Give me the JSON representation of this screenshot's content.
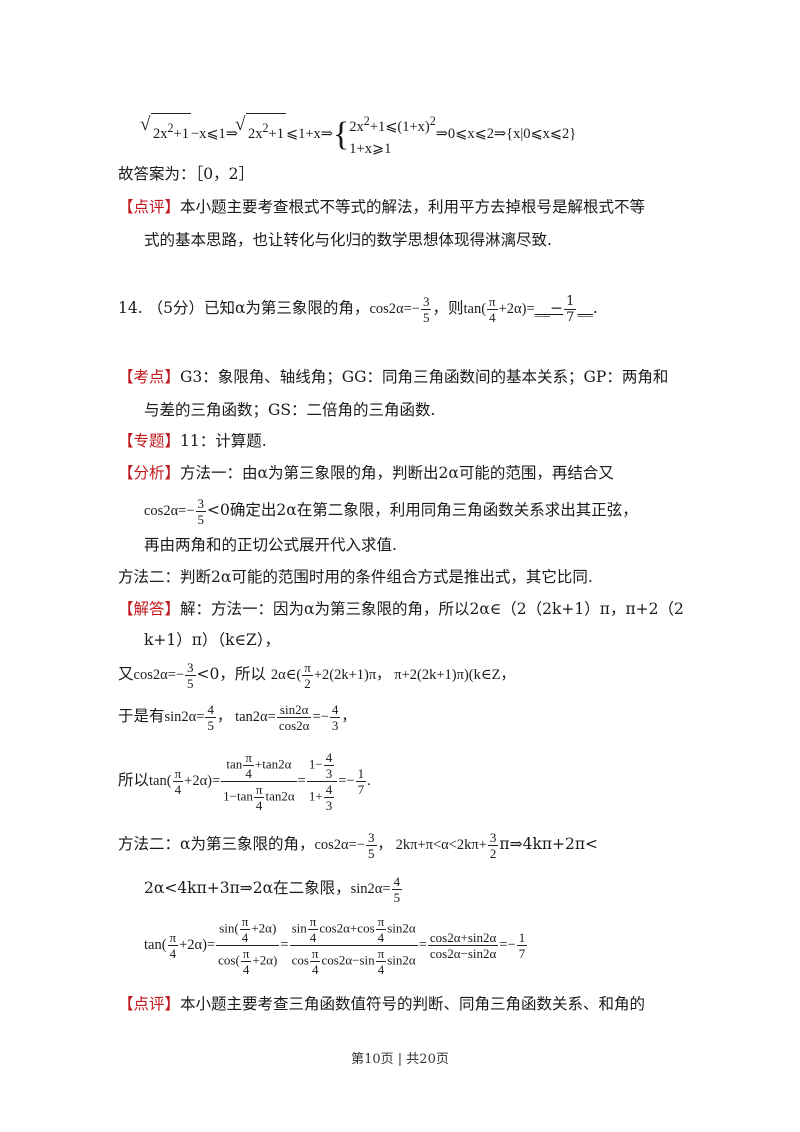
{
  "solution_top": {
    "math_line": "√(2x²+1) − x ⩽ 1 ⇒ √(2x²+1) ⩽ 1+x ⇒ { 2x²+1 ⩽ (1+x)², 1+x ⩾ 1 } ⇒ 0⩽x⩽2 ⇒ {x|0⩽x⩽2}",
    "answer": "故答案为：［0，2］",
    "comment_tag": "【点评】",
    "comment_text_1": "本小题主要考查根式不等式的解法，利用平方去掉根号是解根式不等",
    "comment_text_2": "式的基本思路，也让转化与化归的数学思想体现得淋漓尽致."
  },
  "problem14": {
    "number": "14.",
    "score": "（5分）",
    "stem_a": "已知α为第三象限的角，",
    "stem_b": "，则",
    "answer_num": "1",
    "answer_den": "7"
  },
  "kaodian": {
    "tag": "【考点】",
    "text_1": "G3：象限角、轴线角；GG：同角三角函数间的基本关系；GP：两角和",
    "text_2": "与差的三角函数；GS：二倍角的三角函数."
  },
  "zhuanti": {
    "tag": "【专题】",
    "text": "11：计算题."
  },
  "fenxi": {
    "tag": "【分析】",
    "text_1": "方法一：由α为第三象限的角，判断出2α可能的范围，再结合又",
    "text_2": "<0确定出2α在第二象限，利用同角三角函数关系求出其正弦，",
    "text_3": "再由两角和的正切公式展开代入求值.",
    "text_4": "方法二：判断2α可能的范围时用的条件组合方式是推出式，其它比同."
  },
  "jieda": {
    "tag": "【解答】",
    "text_1": "解：方法一：因为α为第三象限的角，所以2α∈（2（2k+1）π，π+2（2",
    "text_2": "k+1）π）（k∈Z），",
    "you": "又",
    "lt0_suoyi": "<0，所以",
    "yushi": "于是有",
    "suoyi": "所以",
    "method2": "方法二：α为第三象限的角，",
    "method2_tail": "π⇒4kπ+2π<",
    "method2_line2": "2α<4kπ+3π⇒2α在二象限，"
  },
  "dianping2": {
    "tag": "【点评】",
    "text": "本小题主要考查三角函数值符号的判断、同角三角函数关系、和角的"
  },
  "footer": "第10页 | 共20页"
}
